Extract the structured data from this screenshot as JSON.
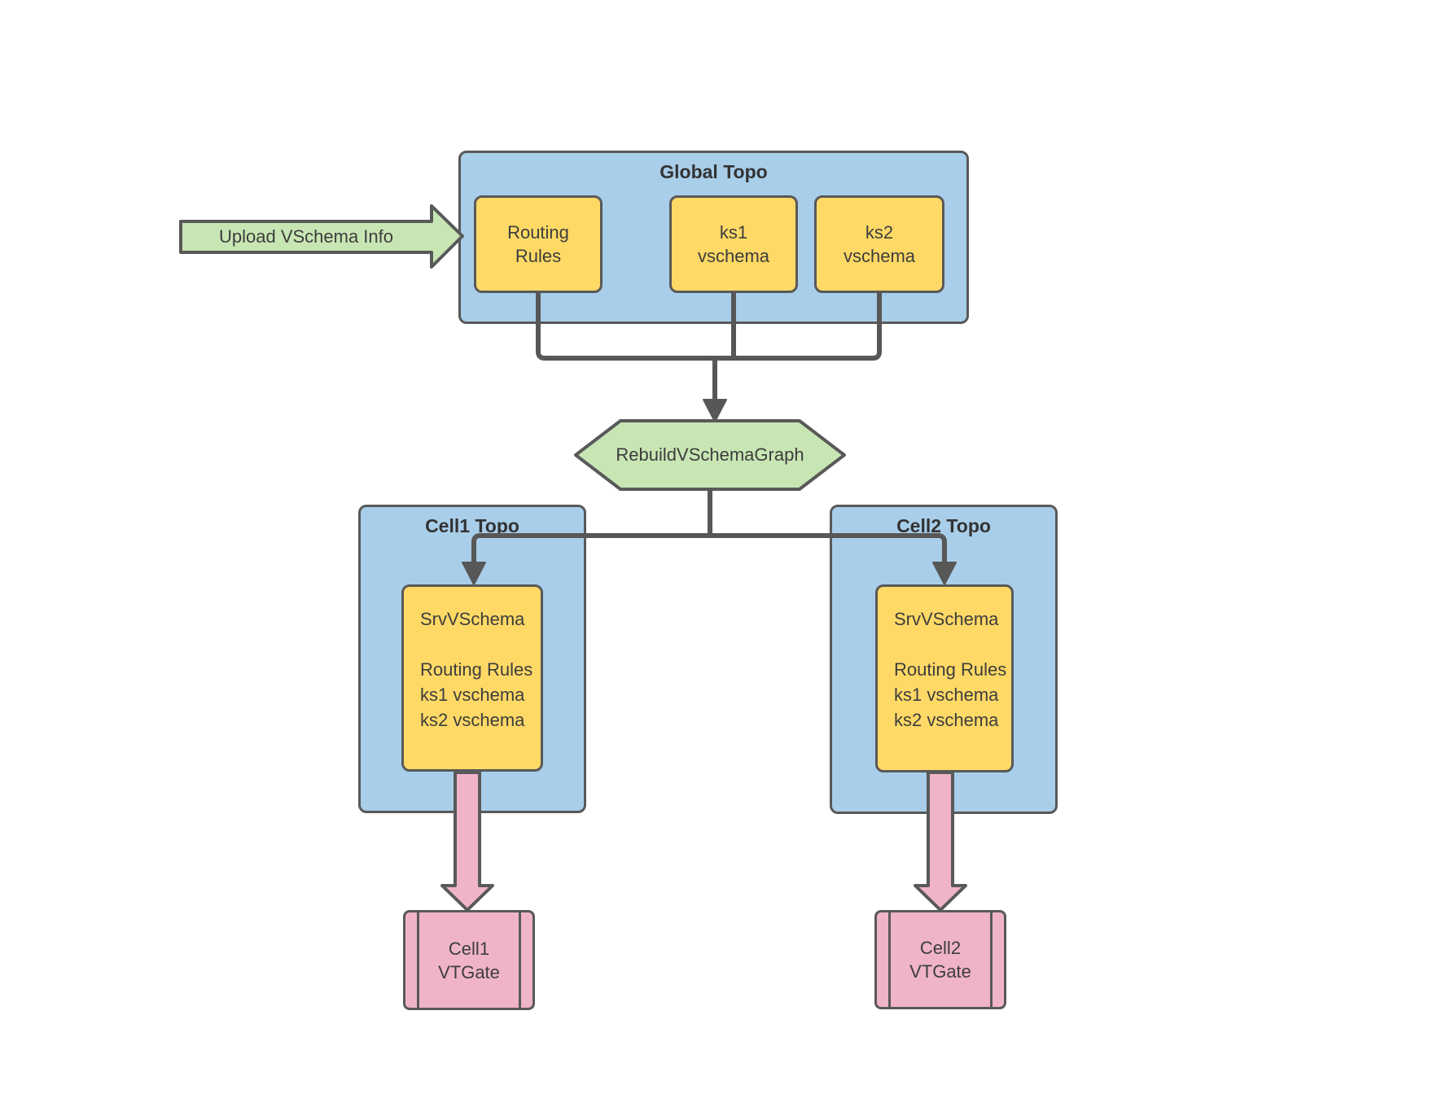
{
  "diagram": {
    "colors": {
      "blue": "#a8cee9",
      "yellow": "#ffd966",
      "green": "#c8e6b4",
      "pink": "#f0b4c8",
      "stroke": "#595959",
      "line": "#575757",
      "text": "#3d3d3d",
      "title": "#333333"
    },
    "upload_arrow": {
      "label": "Upload VSchema Info"
    },
    "global_topo": {
      "title": "Global Topo",
      "nodes": [
        {
          "label": [
            "Routing",
            "Rules"
          ]
        },
        {
          "label": [
            "ks1",
            "vschema"
          ]
        },
        {
          "label": [
            "ks2",
            "vschema"
          ]
        }
      ]
    },
    "rebuild_step": {
      "label": "RebuildVSchemaGraph"
    },
    "cell1": {
      "title": "Cell1 Topo",
      "srv_box_lines": [
        "SrvVSchema",
        "",
        "Routing Rules",
        "ks1 vschema",
        "ks2 vschema"
      ],
      "vtgate_lines": [
        "Cell1",
        "VTGate"
      ]
    },
    "cell2": {
      "title": "Cell2 Topo",
      "srv_box_lines": [
        "SrvVSchema",
        "",
        "Routing Rules",
        "ks1 vschema",
        "ks2 vschema"
      ],
      "vtgate_lines": [
        "Cell2",
        "VTGate"
      ]
    }
  }
}
